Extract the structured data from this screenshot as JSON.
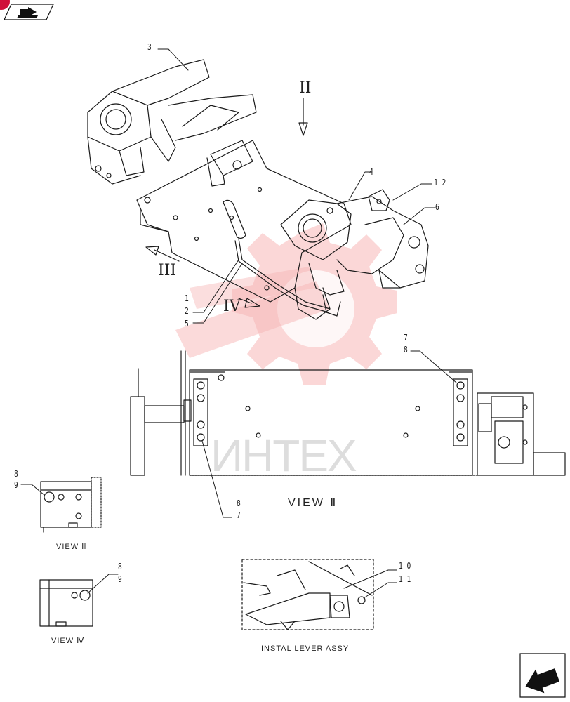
{
  "colors": {
    "line": "#1a1a1a",
    "watermark": "#e84545",
    "accent_dot": "#d0103a"
  },
  "icons": {
    "prev": "book-arrow-icon",
    "next": "page-next-arrow-icon",
    "watermark": "gear-logo-watermark"
  },
  "watermark": {
    "text": "ИНТЕХ"
  },
  "callouts": {
    "c3": "3",
    "c4": "4",
    "c12": "1 2",
    "c6": "6",
    "c1": "1",
    "c2": "2",
    "c5": "5",
    "c7a": "7",
    "c8a": "8",
    "c8b": "8",
    "c7b": "7",
    "c8c": "8",
    "c9c": "9",
    "c8d": "8",
    "c9d": "9",
    "c10": "1 0",
    "c11": "1 1"
  },
  "arrows": {
    "ii": "II",
    "iii": "III",
    "iv": "IV"
  },
  "captions": {
    "view_ii": "VIEW Ⅱ",
    "view_iii": "VIEW Ⅲ",
    "view_iv": "VIEW Ⅳ",
    "install": "INSTAL LEVER ASSY"
  }
}
